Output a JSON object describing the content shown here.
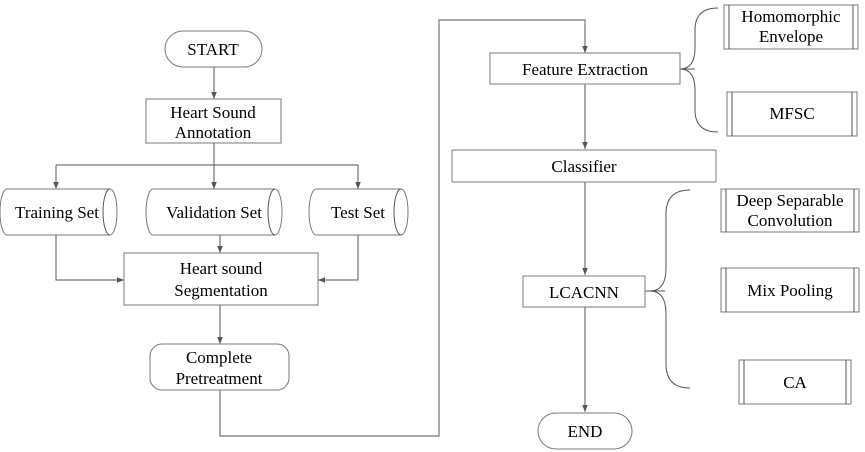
{
  "flowchart": {
    "start": "START",
    "annotation": [
      "Heart Sound",
      "Annotation"
    ],
    "training_set": "Training Set",
    "validation_set": "Validation Set",
    "test_set": "Test Set",
    "segmentation": [
      "Heart sound",
      "Segmentation"
    ],
    "pretreatment": [
      "Complete",
      "Pretreatment"
    ],
    "feature_extraction": "Feature Extraction",
    "classifier": "Classifier",
    "model": "LCACNN",
    "end": "END",
    "feature_methods": {
      "homomorphic_envelope": [
        "Homomorphic",
        "Envelope"
      ],
      "mfsc": "MFSC"
    },
    "model_components": {
      "deep_separable_convolution": [
        "Deep Separable",
        "Convolution"
      ],
      "mix_pooling": "Mix Pooling",
      "ca": "CA"
    }
  }
}
